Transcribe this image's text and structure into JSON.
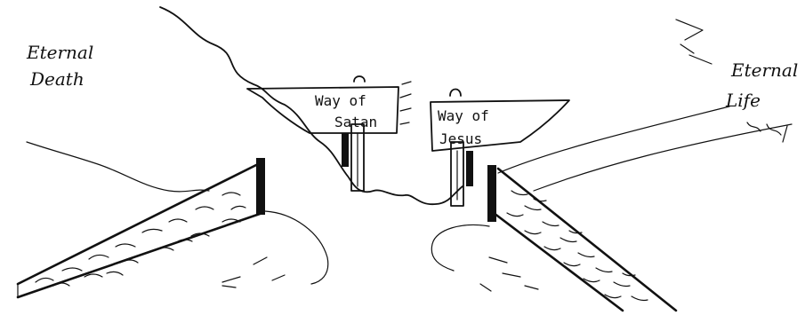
{
  "labels": {
    "left_destination": [
      "Eternal",
      "Death"
    ],
    "right_destination": [
      "Eternal",
      "Life"
    ]
  },
  "signs": {
    "left": [
      "Way of",
      "Satan"
    ],
    "right": [
      "Way of",
      "Jesus"
    ]
  },
  "colors": {
    "ink": "#111111",
    "paper": "#ffffff"
  }
}
